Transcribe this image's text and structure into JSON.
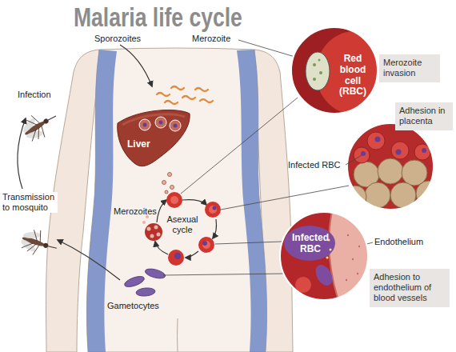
{
  "diagram": {
    "title": "Malaria life cycle",
    "nodes": [
      {
        "text": [
          "Red blood cell (RBC)"
        ]
      },
      {
        "text": [
          "Merozoite invasion"
        ]
      },
      {
        "text": [
          "Liver"
        ]
      },
      {
        "text": [
          "Adhesion in placenta"
        ]
      },
      {
        "text": [
          "Infected RBC"
        ]
      },
      {
        "text": [
          "Adhesion to endothelium of blood vessels"
        ]
      }
    ],
    "labels": [
      "Sporozoites",
      "Merozoite",
      "Infection",
      "Merozoites",
      "Asexual cycle",
      "Infected RBC",
      "Transmission to mosquito",
      "Endothelium",
      "Gametocytes"
    ]
  }
}
